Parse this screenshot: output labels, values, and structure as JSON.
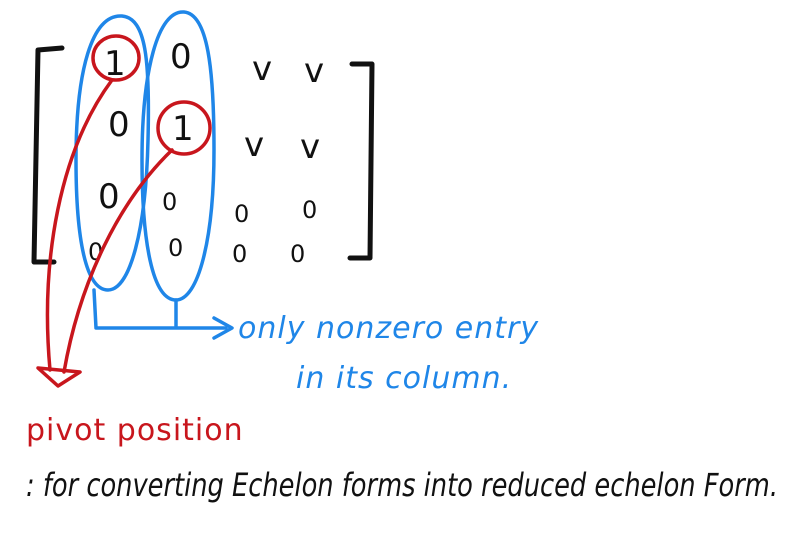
{
  "matrix": {
    "rows": [
      [
        "1",
        "0",
        "v",
        "v"
      ],
      [
        "0",
        "1",
        "v",
        "v"
      ],
      [
        "0",
        "0",
        "0",
        "0"
      ],
      [
        "0",
        "0",
        "0",
        "0"
      ]
    ]
  },
  "annotations": {
    "blue_line1": "only nonzero entry",
    "blue_line2": "in its column.",
    "red_label": "pivot position",
    "black_note": ": for converting Echelon forms into reduced echelon Form."
  },
  "colors": {
    "ink": "#111111",
    "blue": "#1f86e8",
    "red": "#c8161d"
  }
}
